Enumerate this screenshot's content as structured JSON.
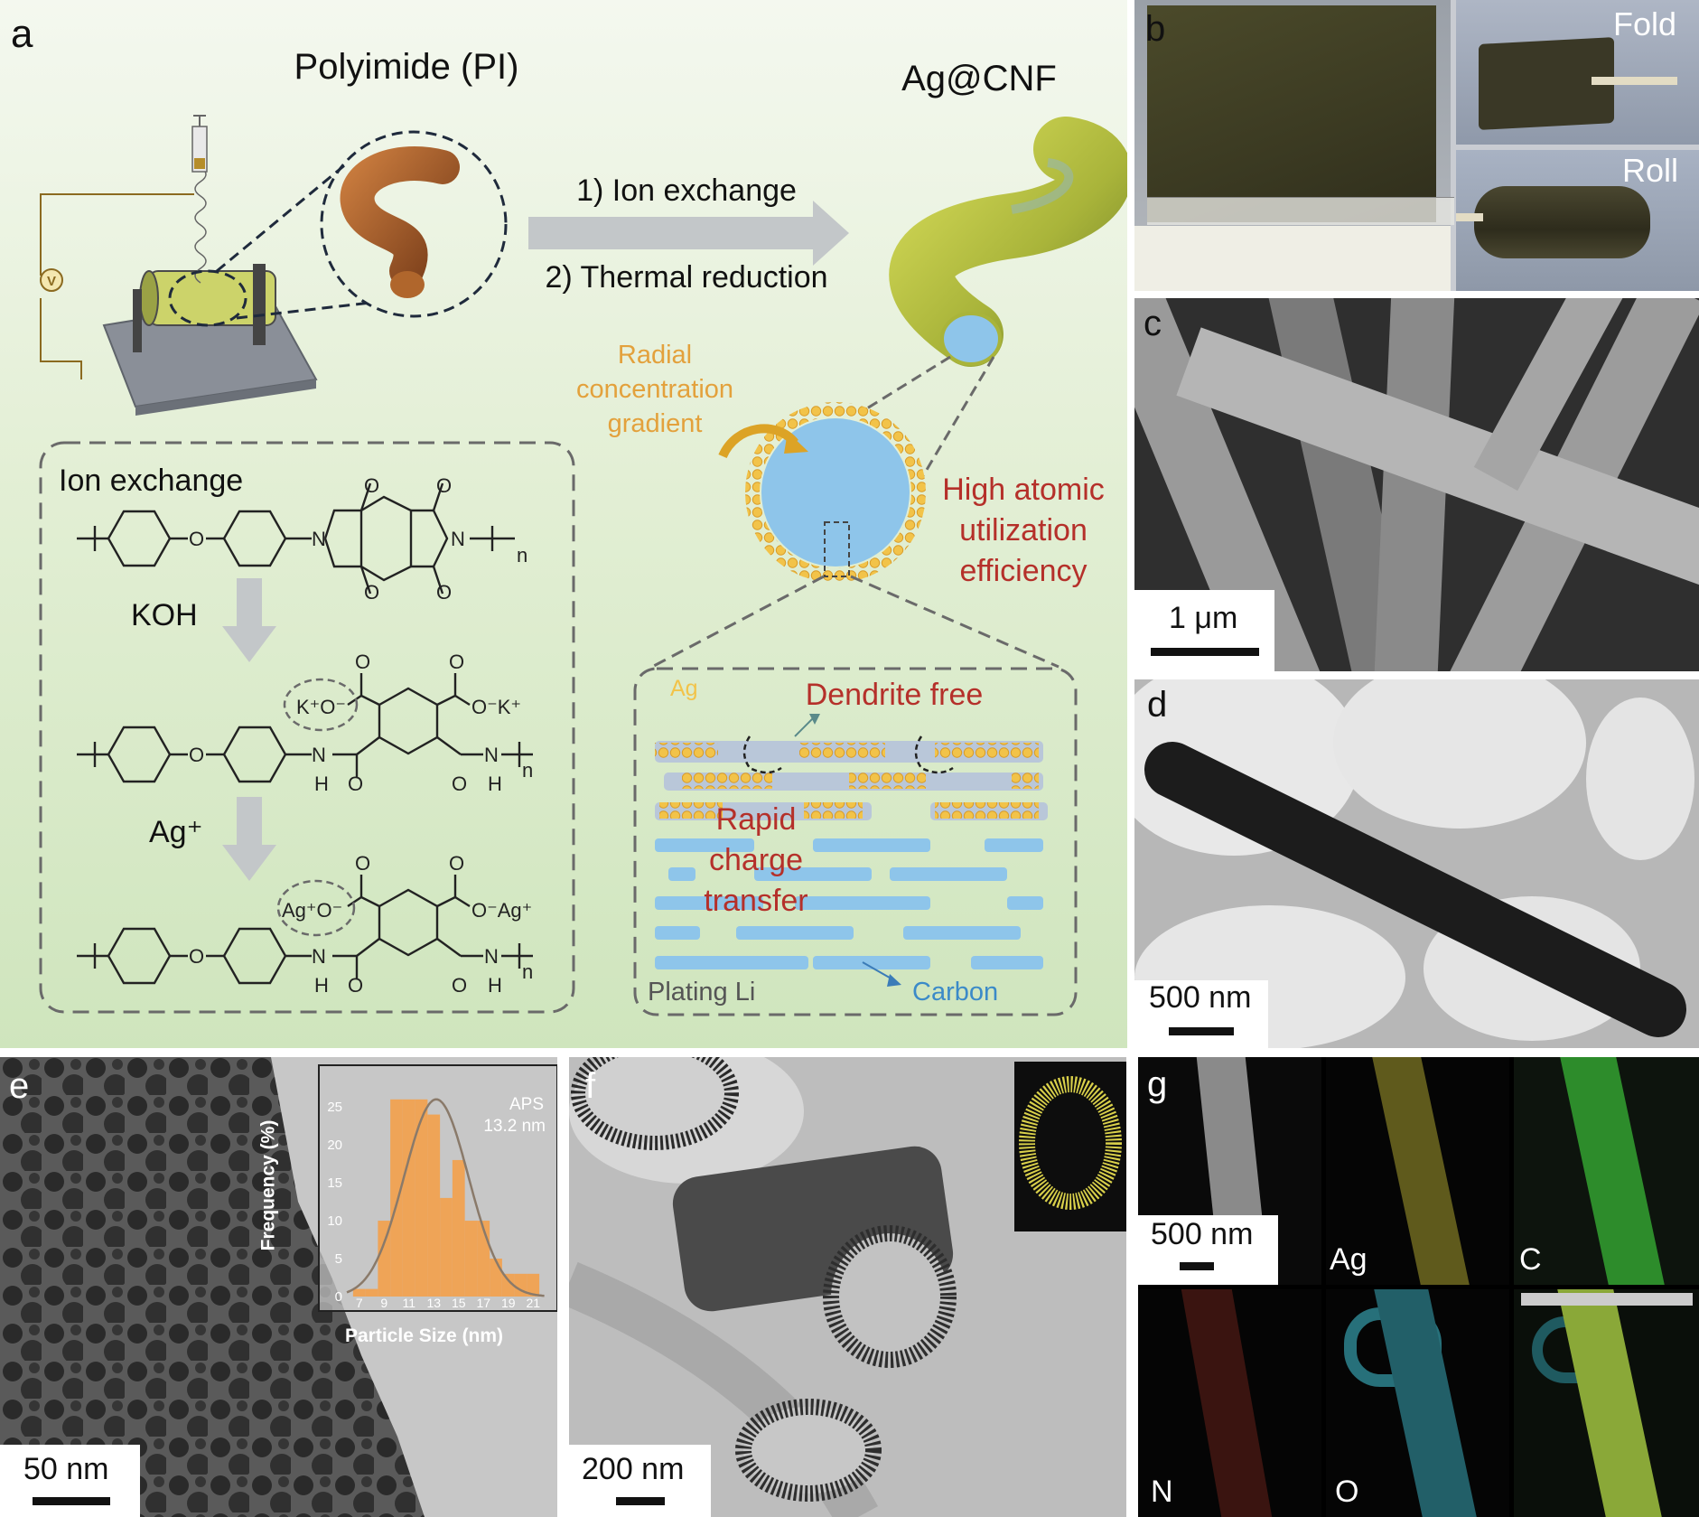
{
  "panel_a": {
    "label": "a",
    "title_pi": "Polyimide (PI)",
    "title_agcnf": "Ag@CNF",
    "step1": "1) Ion exchange",
    "step2": "2) Thermal reduction",
    "voltage_symbol": "V",
    "radial_line1": "Radial",
    "radial_line2": "concentration",
    "radial_line3": "gradient",
    "high_line1": "High atomic",
    "high_line2": "utilization",
    "high_line3": "efficiency",
    "ion_exchange_title": "Ion exchange",
    "koh": "KOH",
    "ag_plus": "Ag⁺",
    "dendrite_free": "Dendrite free",
    "rapid_line1": "Rapid",
    "rapid_line2": "charge",
    "rapid_line3": "transfer",
    "ag_label": "Ag",
    "plating_li": "Plating Li",
    "carbon": "Carbon",
    "colors": {
      "bg": "#e2efd6",
      "arrow": "#c3c7c9",
      "orange": "#e8a23e",
      "red": "#b5302a",
      "blue": "#8ec5ea",
      "fiber": "#b9c23a"
    }
  },
  "panel_b": {
    "label": "b",
    "fold": "Fold",
    "roll": "Roll"
  },
  "panel_c": {
    "label": "c",
    "scale": "1 μm"
  },
  "panel_d": {
    "label": "d",
    "scale": "500 nm"
  },
  "panel_e": {
    "label": "e",
    "scale": "50 nm",
    "inset_aps_line1": "APS",
    "inset_aps_line2": "13.2 nm"
  },
  "panel_f": {
    "label": "f",
    "scale": "200 nm"
  },
  "panel_g": {
    "label": "g",
    "scale": "500 nm",
    "maps": [
      "Ag",
      "C",
      "N",
      "O"
    ]
  },
  "chart_data": {
    "type": "bar",
    "xlabel": "Particle Size (nm)",
    "ylabel": "Frequency (%)",
    "categories": [
      "7",
      "9",
      "11",
      "13",
      "15",
      "17",
      "19",
      "21"
    ],
    "x": [
      7,
      8,
      9,
      10,
      11,
      12,
      13,
      14,
      15,
      16,
      17,
      18,
      19,
      20,
      21
    ],
    "values": [
      1,
      1,
      10,
      26,
      26,
      26,
      24,
      13,
      18,
      10,
      10,
      5,
      3,
      3,
      3
    ],
    "fit_curve": "gaussian",
    "fit_mean": 13.2,
    "fit_peak": 26,
    "xlim": [
      6,
      22
    ],
    "ylim": [
      0,
      28
    ],
    "yticks": [
      0,
      5,
      10,
      15,
      20,
      25
    ],
    "xticks": [
      7,
      9,
      11,
      13,
      15,
      17,
      19,
      21
    ]
  }
}
